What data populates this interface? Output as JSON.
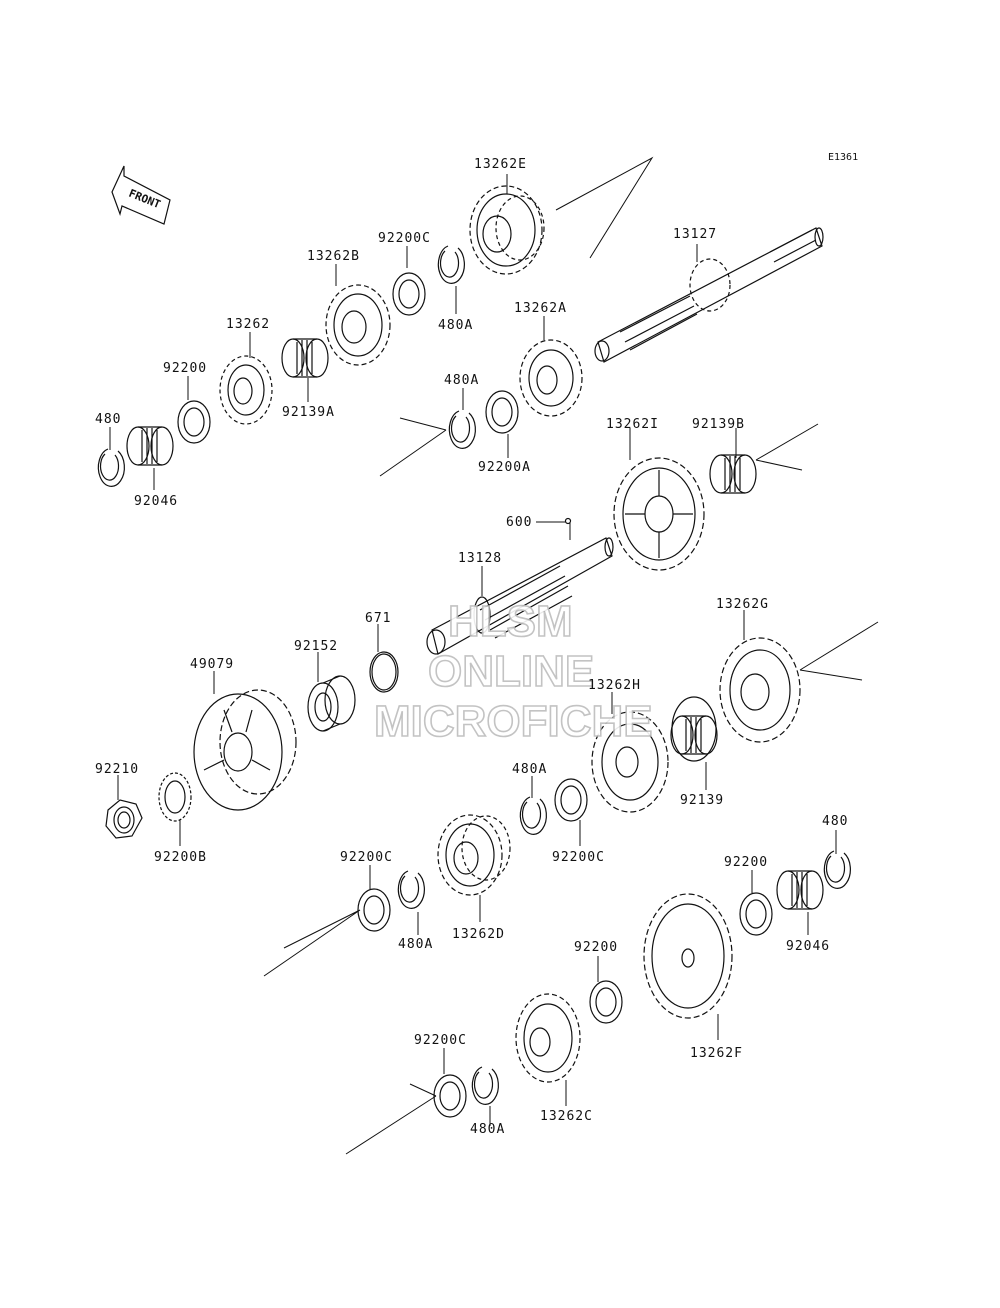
{
  "diagram_code": "E1361",
  "front_label": "FRONT",
  "watermark": {
    "line1": "HLSM",
    "line2": "ONLINE",
    "line3": "MICROFICHE"
  },
  "parts": [
    {
      "id": "p_13262E",
      "label": "13262E",
      "kind": "gear"
    },
    {
      "id": "p_13127",
      "label": "13127",
      "kind": "shaft"
    },
    {
      "id": "p_92200C_a",
      "label": "92200C",
      "kind": "washer"
    },
    {
      "id": "p_13262B",
      "label": "13262B",
      "kind": "gear"
    },
    {
      "id": "p_480A_a",
      "label": "480A",
      "kind": "circlip"
    },
    {
      "id": "p_13262A",
      "label": "13262A",
      "kind": "gear"
    },
    {
      "id": "p_13262",
      "label": "13262",
      "kind": "gear"
    },
    {
      "id": "p_92139A",
      "label": "92139A",
      "kind": "bearing"
    },
    {
      "id": "p_92200_a",
      "label": "92200",
      "kind": "washer"
    },
    {
      "id": "p_480A_b",
      "label": "480A",
      "kind": "circlip"
    },
    {
      "id": "p_480_a",
      "label": "480",
      "kind": "circlip"
    },
    {
      "id": "p_92046_a",
      "label": "92046",
      "kind": "bearing"
    },
    {
      "id": "p_92200A",
      "label": "92200A",
      "kind": "washer"
    },
    {
      "id": "p_13262I",
      "label": "13262I",
      "kind": "gear"
    },
    {
      "id": "p_92139B",
      "label": "92139B",
      "kind": "bearing"
    },
    {
      "id": "p_600",
      "label": "600",
      "kind": "pin"
    },
    {
      "id": "p_13128",
      "label": "13128",
      "kind": "shaft"
    },
    {
      "id": "p_671",
      "label": "671",
      "kind": "o-ring"
    },
    {
      "id": "p_92152",
      "label": "92152",
      "kind": "collar"
    },
    {
      "id": "p_49079",
      "label": "49079",
      "kind": "sprocket"
    },
    {
      "id": "p_13262G",
      "label": "13262G",
      "kind": "gear"
    },
    {
      "id": "p_13262H",
      "label": "13262H",
      "kind": "gear"
    },
    {
      "id": "p_92210",
      "label": "92210",
      "kind": "nut"
    },
    {
      "id": "p_480A_c",
      "label": "480A",
      "kind": "circlip"
    },
    {
      "id": "p_92139",
      "label": "92139",
      "kind": "bearing"
    },
    {
      "id": "p_92200B",
      "label": "92200B",
      "kind": "washer"
    },
    {
      "id": "p_92200C_b",
      "label": "92200C",
      "kind": "washer"
    },
    {
      "id": "p_92200C_c",
      "label": "92200C",
      "kind": "washer"
    },
    {
      "id": "p_480_b",
      "label": "480",
      "kind": "circlip"
    },
    {
      "id": "p_92200_b",
      "label": "92200",
      "kind": "washer"
    },
    {
      "id": "p_480A_d",
      "label": "480A",
      "kind": "circlip"
    },
    {
      "id": "p_13262D",
      "label": "13262D",
      "kind": "gear"
    },
    {
      "id": "p_92046_b",
      "label": "92046",
      "kind": "bearing"
    },
    {
      "id": "p_92200_c",
      "label": "92200",
      "kind": "washer"
    },
    {
      "id": "p_92200C_d",
      "label": "92200C",
      "kind": "washer"
    },
    {
      "id": "p_13262F",
      "label": "13262F",
      "kind": "gear"
    },
    {
      "id": "p_480A_e",
      "label": "480A",
      "kind": "circlip"
    },
    {
      "id": "p_13262C",
      "label": "13262C",
      "kind": "gear"
    }
  ]
}
